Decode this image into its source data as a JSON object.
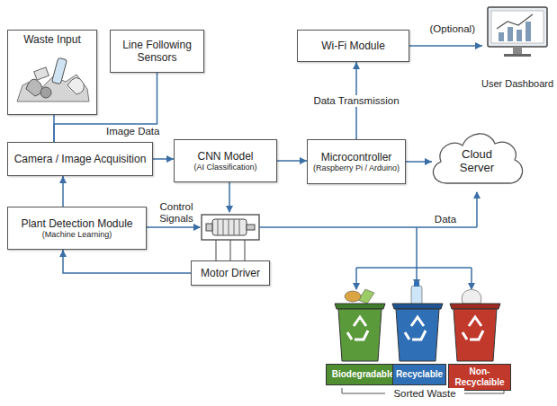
{
  "diagram": {
    "nodes": [
      {
        "text": [
          "Waste Input"
        ]
      },
      {
        "text": [
          "Line Following Sensors"
        ]
      },
      {
        "text": [
          "Wi-Fi Module"
        ]
      },
      {
        "text": [
          "User Dashboard"
        ]
      },
      {
        "text": [
          "Camera / Image Acquisition"
        ]
      },
      {
        "text": [
          "CNN Model",
          "(AI Classification)"
        ]
      },
      {
        "text": [
          "Microcontroller",
          "(Raspberry Pi / Arduino)"
        ]
      },
      {
        "text": [
          "Cloud Server"
        ]
      },
      {
        "text": [
          "Plant Detection Module",
          "(Machine Learning)"
        ]
      },
      {
        "text": [
          "Motor Driver"
        ]
      },
      {
        "text": [
          "Biodegradable"
        ]
      },
      {
        "text": [
          "Recyclable"
        ]
      },
      {
        "text": [
          "Non-Recyclaible"
        ]
      }
    ],
    "edges": [
      {
        "from": 4,
        "to": 5,
        "arrow": "to"
      },
      {
        "from": 8,
        "to": 4,
        "arrow": "to"
      },
      {
        "from": 9,
        "to": 8,
        "arrow": "to"
      },
      {
        "from": 5,
        "to": 6,
        "arrow": "to"
      },
      {
        "from": 6,
        "to": 2,
        "label": "Data Transmission",
        "arrow": "to"
      },
      {
        "from": 6,
        "to": 7,
        "arrow": "to"
      },
      {
        "from": 2,
        "to": 3,
        "label": "(Optional)",
        "arrow": "to"
      },
      {
        "from": 1,
        "to": 4,
        "label": "Image Data",
        "arrow": "none"
      },
      {
        "from": 0,
        "to": 4,
        "arrow": "none"
      }
    ],
    "labels": [
      "Control Signals",
      "Data",
      "Sorted Waste"
    ]
  }
}
